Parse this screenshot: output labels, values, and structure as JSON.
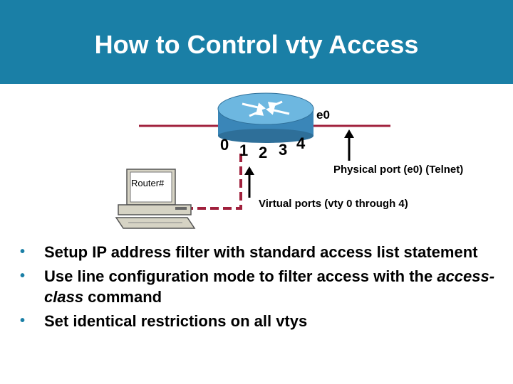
{
  "title": "How to Control vty Access",
  "diagram": {
    "interface_label": "e0",
    "ports": [
      "0",
      "1",
      "2",
      "3",
      "4"
    ],
    "terminal_prompt": "Router#",
    "physical_port_label": "Physical port (e0) (Telnet)",
    "virtual_ports_label": "Virtual ports (vty 0 through 4)"
  },
  "bullets": [
    {
      "text": "Setup IP address filter with standard access list statement"
    },
    {
      "pre": "Use line configuration mode to filter access with the ",
      "em": "access-class",
      "post": " command"
    },
    {
      "text": "Set identical restrictions on all vtys"
    }
  ],
  "colors": {
    "title_bg": "#1a7fa6",
    "router_body": "#5aa9d6",
    "link_line": "#a0203c",
    "bullet": "#1a7fa6"
  }
}
